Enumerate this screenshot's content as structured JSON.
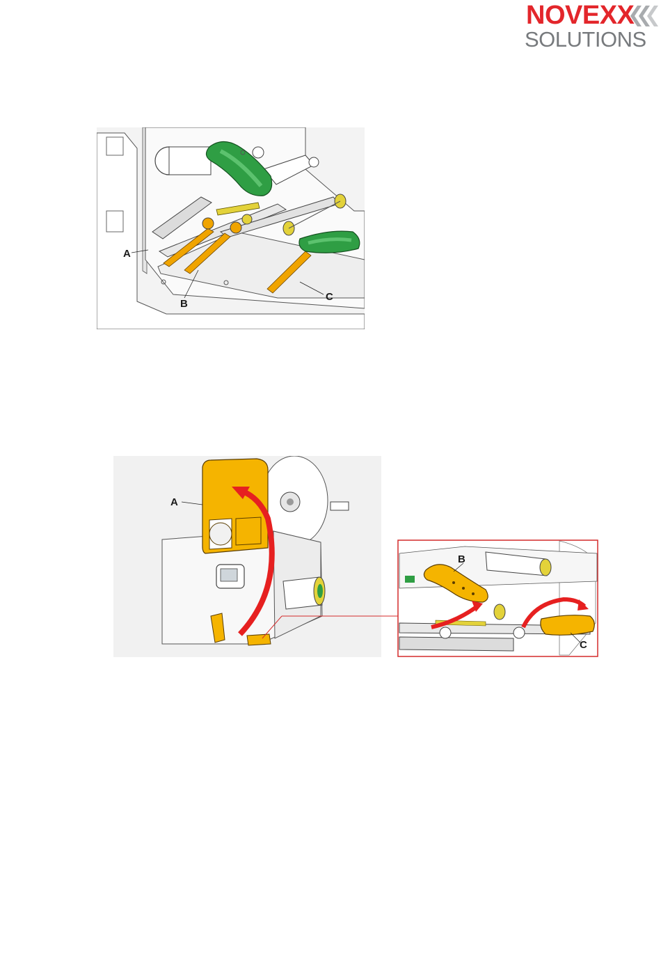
{
  "logo": {
    "brand_line1": "NOVEXX",
    "brand_line2": "SOLUTIONS",
    "brand_red": "#e3262b",
    "brand_grey": "#777a7d"
  },
  "figure_top": {
    "callouts": {
      "a": "A",
      "b": "B",
      "c": "C"
    },
    "colors": {
      "lever": "#2f9e44",
      "highlight": "#f0a400",
      "roller": "#e3d23a"
    }
  },
  "figure_bottom": {
    "callouts": {
      "a": "A",
      "b": "B",
      "c": "C"
    },
    "colors": {
      "door": "#f5b400",
      "arrow": "#e62020",
      "detail_frame": "#d42a2a"
    }
  }
}
